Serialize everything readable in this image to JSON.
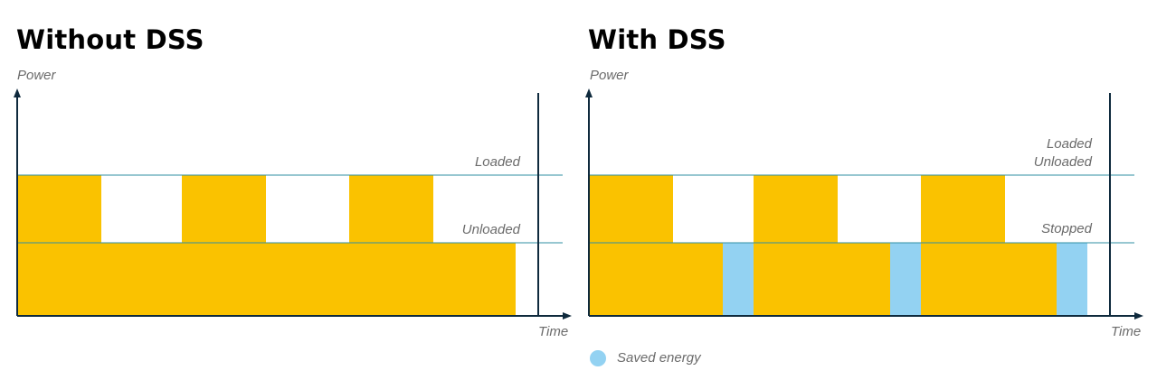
{
  "colors": {
    "load": "#fac200",
    "saved": "#93d2f2",
    "axis": "#0f2a3d",
    "level_line": "#2f8fa3"
  },
  "left": {
    "title": "Without DSS",
    "y_axis_label": "Power",
    "x_axis_label": "Time",
    "levels": {
      "loaded": "Loaded",
      "unloaded": "Unloaded"
    }
  },
  "right": {
    "title": "With DSS",
    "y_axis_label": "Power",
    "x_axis_label": "Time",
    "levels": {
      "loaded": "Loaded",
      "unloaded": "Unloaded",
      "stopped": "Stopped"
    }
  },
  "legend": {
    "saved_energy_label": "Saved energy"
  }
}
